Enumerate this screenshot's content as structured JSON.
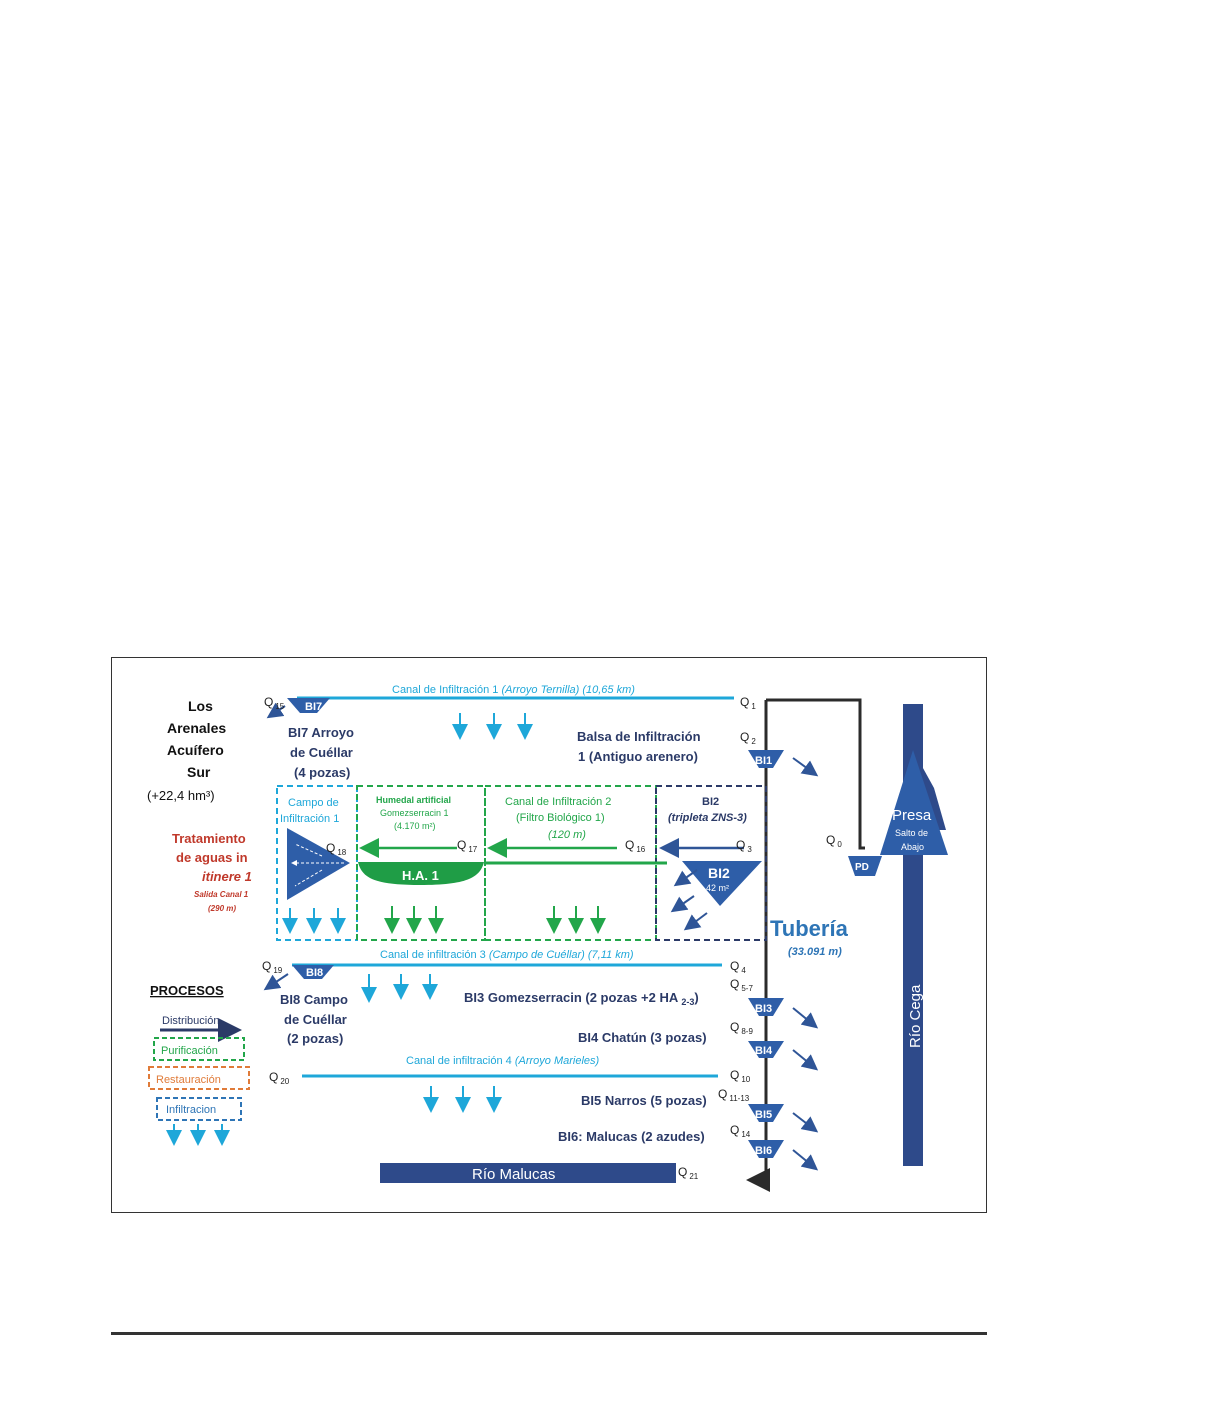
{
  "colors": {
    "pipe": "#2b2b2b",
    "navy": "#2b3a67",
    "blue_dark": "#2f5597",
    "cyan": "#1ea7d9",
    "green": "#22a64a",
    "red": "#c0392b",
    "orange": "#e07b39",
    "tube_blue": "#2e75b6"
  },
  "left_block": {
    "title_lines": [
      "Los",
      "Arenales",
      "Acuífero",
      "Sur"
    ],
    "volume": "(+22,4 hm³)",
    "treatment_lines": [
      "Tratamiento",
      "de aguas in",
      "itinere 1"
    ],
    "treatment_sub": [
      "Salida Canal 1",
      "(290 m)"
    ]
  },
  "canals": {
    "c1": {
      "name": "Canal  de Infiltración 1 ",
      "italic": "(Arroyo Ternilla) (10,65 km)"
    },
    "c3": {
      "name": "Canal de infiltración 3 ",
      "italic": "(Campo de Cuéllar) (7,11 km)"
    },
    "c4": {
      "name": "Canal  de infiltración 4 ",
      "italic": "(Arroyo Marieles)"
    }
  },
  "basins": {
    "bi7": {
      "tag": "BI7",
      "label_lines": [
        "BI7 Arroyo",
        "de Cuéllar",
        "(4 pozas)"
      ]
    },
    "bi8": {
      "tag": "BI8",
      "label_lines": [
        "BI8 Campo",
        "de Cuéllar",
        "(2 pozas)"
      ]
    },
    "bi1": {
      "tag": "BI1",
      "label_lines": [
        "Balsa de Infiltración",
        "1 (Antiguo arenero)"
      ]
    },
    "bi2": {
      "tag": "BI2",
      "area": "42 m²",
      "title": "BI2",
      "subtitle": "(tripleta ZNS-3)"
    },
    "bi3": {
      "tag": "BI3",
      "label": "BI3 Gomezserracin (2 pozas +2 HA ",
      "label_sub": "2-3",
      "label_end": ")"
    },
    "bi4": {
      "tag": "BI4",
      "label": "BI4 Chatún (3 pozas)"
    },
    "bi5": {
      "tag": "BI5",
      "label": "BI5 Narros (5 pozas)"
    },
    "bi6": {
      "tag": "BI6",
      "label": "BI6: Malucas (2 azudes)"
    }
  },
  "zones": {
    "campo": {
      "lines": [
        "Campo de",
        "Infiltración 1"
      ]
    },
    "humedal": {
      "lines": [
        "Humedal artificial",
        "Gomezserracin 1",
        "(4.170 m²)"
      ],
      "tag": "H.A. 1"
    },
    "canal2": {
      "lines": [
        "Canal de Infiltración 2",
        "(Filtro Biológico  1)"
      ],
      "length": "(120 m)"
    }
  },
  "flows": {
    "q0": "0",
    "q1": "1",
    "q2": "2",
    "q3": "3",
    "q4": "4",
    "q57": "5-7",
    "q89": "8-9",
    "q10": "10",
    "q1113": "11-13",
    "q14": "14",
    "q15": "15",
    "q16": "16",
    "q17": "17",
    "q18": "18",
    "q19": "19",
    "q20": "20",
    "q21": "21",
    "q_letter": "Q"
  },
  "pipe": {
    "title": "Tubería",
    "length": "(33.091 m)",
    "pd": "PD"
  },
  "dam": {
    "title": "Presa",
    "sub1": "Salto de",
    "sub2": "Abajo"
  },
  "rivers": {
    "cega": "Río Cega",
    "malucas": "Río Malucas"
  },
  "legend": {
    "title": "PROCESOS",
    "items": [
      "Distribución",
      "Purificación",
      "Restauración",
      "Infiltracion"
    ]
  }
}
